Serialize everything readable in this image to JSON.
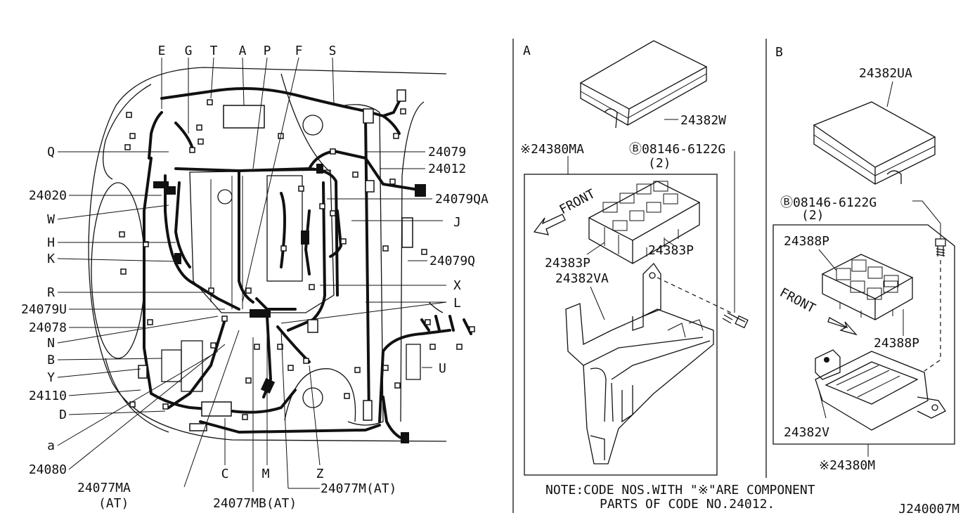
{
  "main_diagram": {
    "top_labels": [
      "E",
      "G",
      "T",
      "A",
      "P",
      "F",
      "S"
    ],
    "left_labels": [
      "Q",
      "24020",
      "W",
      "H",
      "K",
      "R",
      "24079U",
      "24078",
      "N",
      "B",
      "Y",
      "24110",
      "D",
      "a",
      "24080"
    ],
    "right_labels": [
      "24079",
      "24012",
      "24079QA",
      "J",
      "24079Q",
      "X",
      "L",
      "U"
    ],
    "bottom_labels": {
      "p_24077MA": "24077MA",
      "p_24077MA_sub": "(AT)",
      "p_C": "C",
      "p_24077MB": "24077MB(AT)",
      "p_M": "M",
      "p_Z": "Z",
      "p_24077M": "24077M(AT)"
    }
  },
  "panel_a": {
    "title": "A",
    "cover_part": "24382W",
    "assembly": "※24380MA",
    "bolt": "Ⓑ08146-6122G",
    "bolt_qty": "(2)",
    "front": "FRONT",
    "relay_1": "24383P",
    "relay_2": "24383P",
    "bracket": "24382VA"
  },
  "panel_b": {
    "title": "B",
    "cover_part": "24382UA",
    "bolt": "Ⓑ08146-6122G",
    "bolt_qty": "(2)",
    "relay_1": "24388P",
    "front": "FRONT",
    "relay_2": "24388P",
    "bracket": "24382V",
    "assembly": "※24380M"
  },
  "footer": {
    "note_line1": "NOTE:CODE NOS.WITH \"※\"ARE COMPONENT",
    "note_line2": "PARTS OF CODE NO.24012.",
    "diagram_code": "J240007M"
  }
}
